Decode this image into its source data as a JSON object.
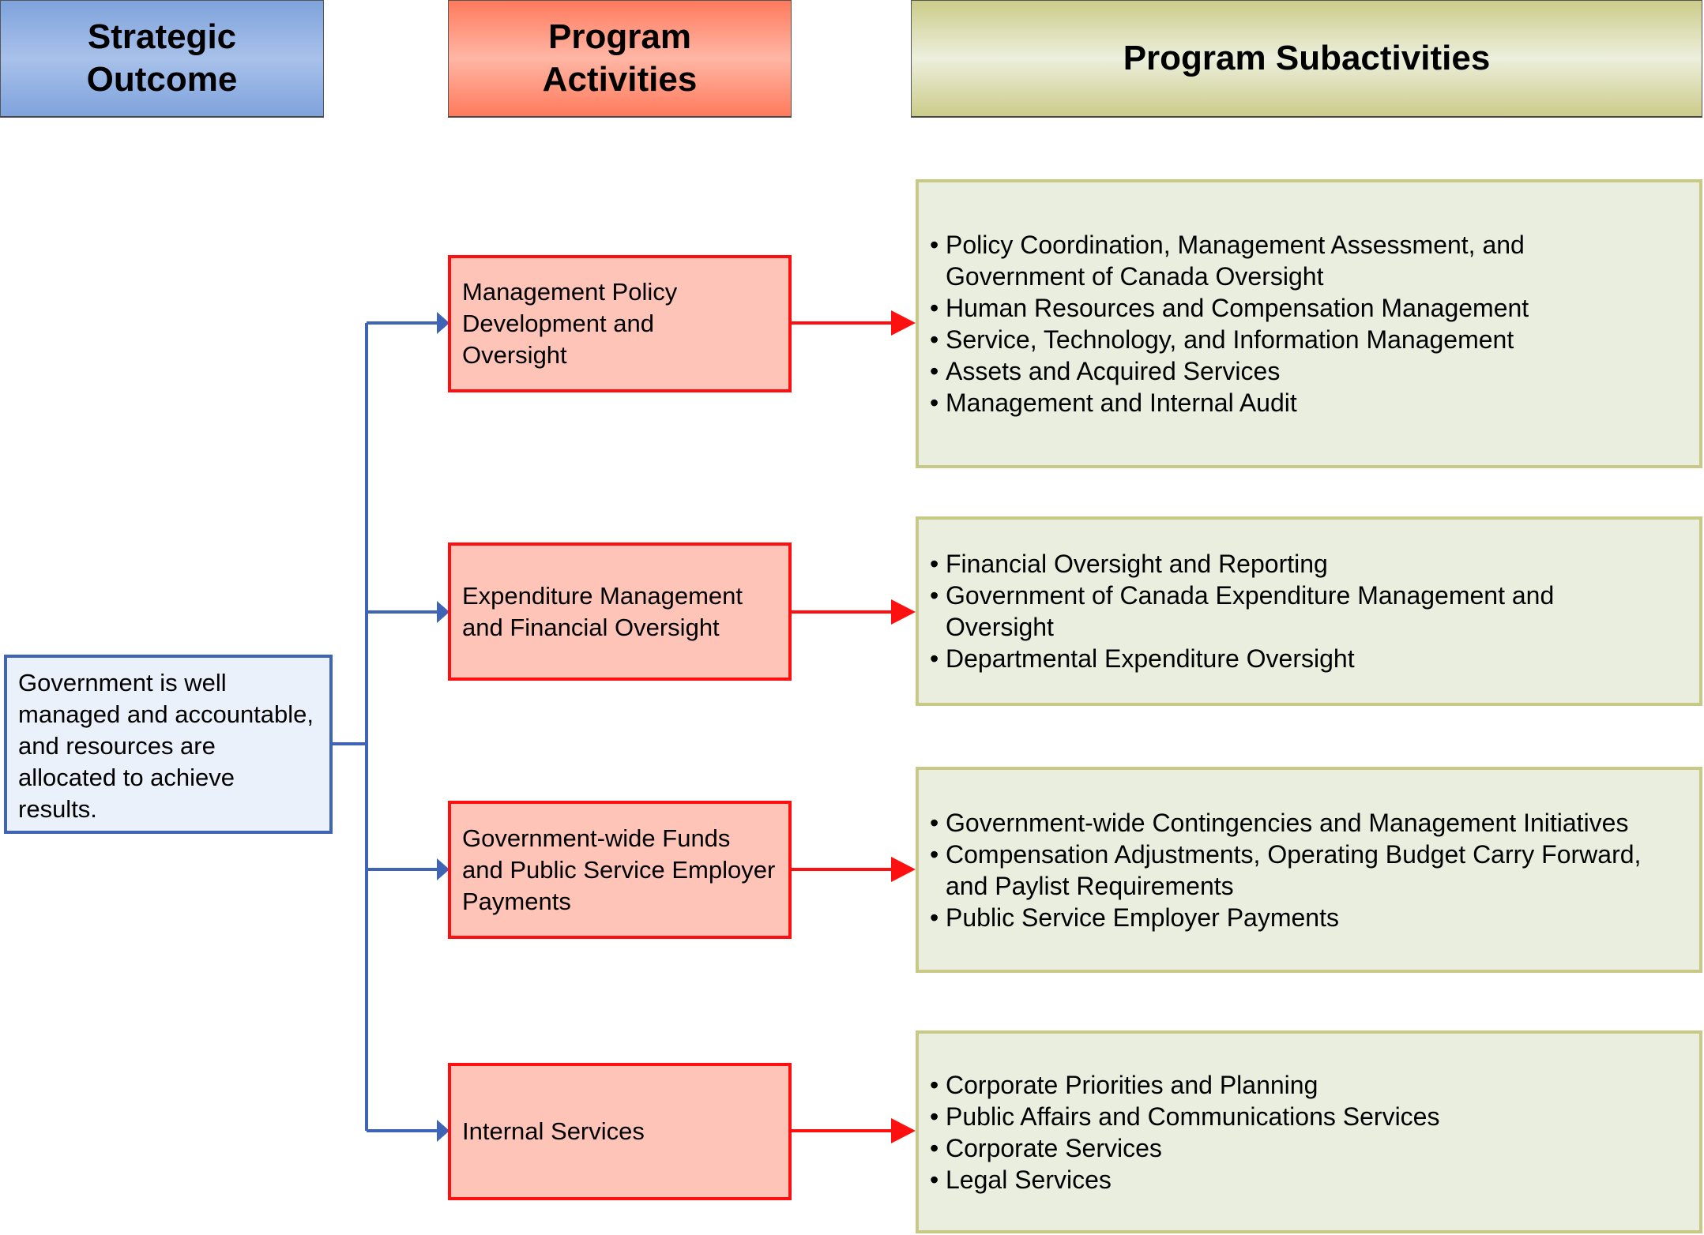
{
  "headers": {
    "strategic_outcome": "Strategic Outcome",
    "program_activities": "Program Activities",
    "program_subactivities": "Program Subactivities"
  },
  "strategic_outcome": {
    "text": "Government is well managed and accountable, and resources are allocated to achieve results."
  },
  "activities": [
    {
      "label": "Management Policy Development and Oversight",
      "subactivities": [
        "Policy Coordination, Management Assessment, and Government of Canada Oversight",
        "Human Resources and Compensation Management",
        "Service, Technology, and Information Management",
        "Assets and Acquired Services",
        "Management and Internal Audit"
      ]
    },
    {
      "label": "Expenditure Management and Financial Oversight",
      "subactivities": [
        "Financial Oversight and Reporting",
        "Government of Canada Expenditure Management and Oversight",
        "Departmental Expenditure Oversight"
      ]
    },
    {
      "label": "Government-wide Funds and Public Service Employer Payments",
      "subactivities": [
        "Government-wide Contingencies and Management Initiatives",
        "Compensation Adjustments, Operating Budget Carry Forward, and Paylist Requirements",
        "Public Service Employer Payments"
      ]
    },
    {
      "label": "Internal Services",
      "subactivities": [
        "Corporate Priorities and Planning",
        "Public Affairs and Communications Services",
        "Corporate Services",
        "Legal Services"
      ]
    }
  ],
  "colors": {
    "strategic_connector": "#3f63b5",
    "activity_connector": "#ff1010",
    "activity_border": "#ff1010",
    "subactivity_border": "#c9c986"
  }
}
